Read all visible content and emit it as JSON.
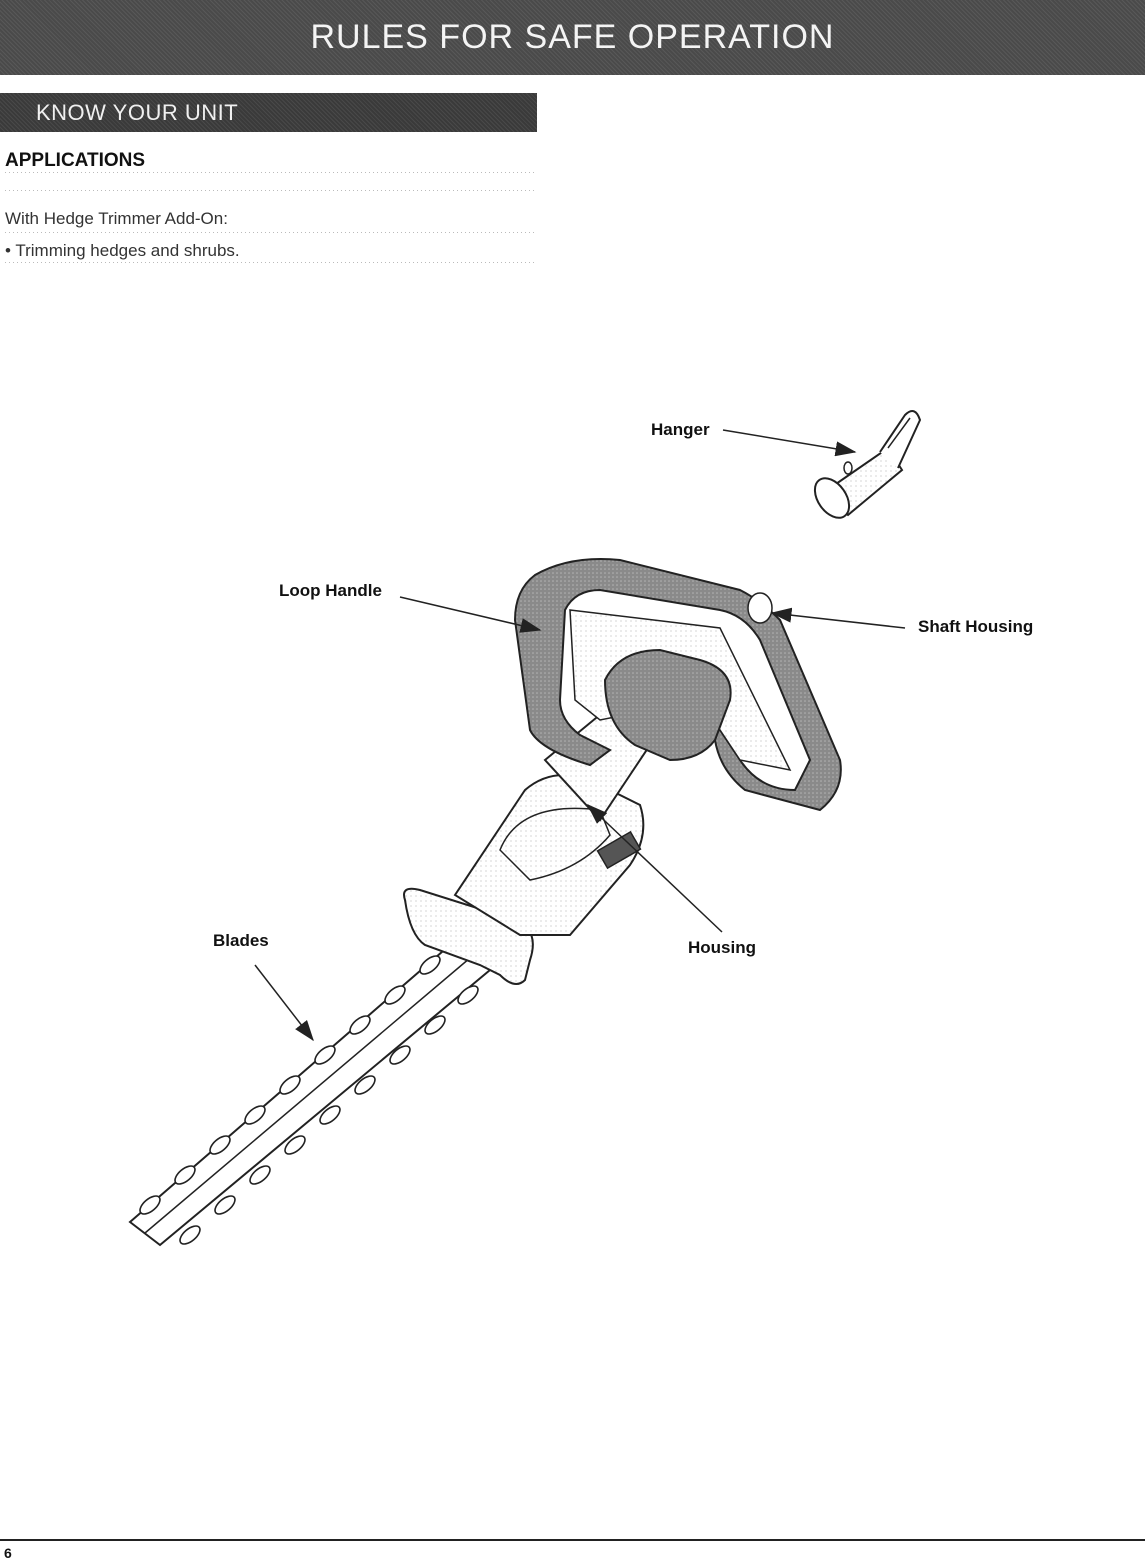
{
  "header": {
    "title": "RULES FOR SAFE OPERATION"
  },
  "section": {
    "title": "KNOW YOUR UNIT"
  },
  "applications": {
    "heading": "APPLICATIONS",
    "intro": "With Hedge Trimmer Add-On:",
    "bullet": "• Trimming hedges and shrubs."
  },
  "diagram": {
    "labels": {
      "hanger": "Hanger",
      "loop_handle": "Loop Handle",
      "shaft_housing": "Shaft Housing",
      "blades": "Blades",
      "housing": "Housing"
    }
  },
  "footer": {
    "page_number": "6"
  },
  "colors": {
    "banner": "#4a4a4a",
    "section_bar": "#3a3a3a",
    "shading": "#888888"
  }
}
